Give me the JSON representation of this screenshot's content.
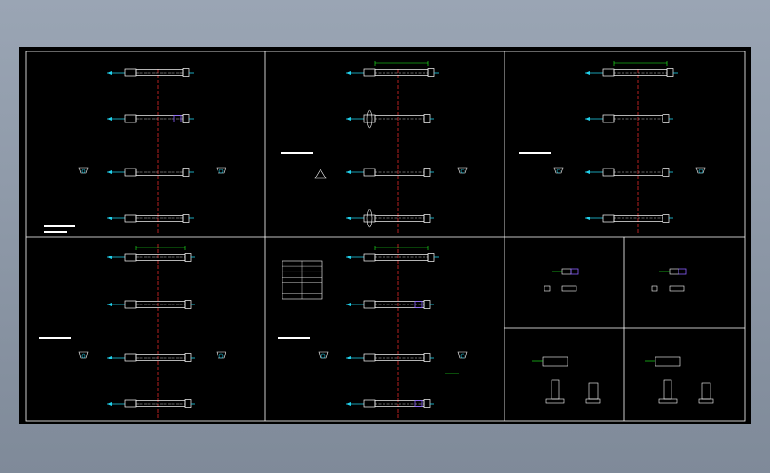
{
  "drawing": {
    "background": "#000000",
    "frame_color": "#ffffff",
    "line_colors": {
      "outline": "#ffffff",
      "center": "#ff3030",
      "dimension": "#22ff22",
      "nozzle": "#22d3ee",
      "highlight": "#8a60ff"
    },
    "panels": [
      {
        "id": "view-1",
        "icons": [
          "cylinder-assembly-icon"
        ]
      },
      {
        "id": "view-2",
        "icons": [
          "cylinder-assembly-icon"
        ]
      },
      {
        "id": "view-3",
        "icons": [
          "cylinder-assembly-icon"
        ]
      },
      {
        "id": "view-4",
        "icons": [
          "cylinder-assembly-icon"
        ]
      },
      {
        "id": "view-5",
        "icons": [
          "cylinder-assembly-icon",
          "parts-table-icon"
        ]
      },
      {
        "id": "detail-1",
        "icons": [
          "part-detail-icon"
        ]
      },
      {
        "id": "detail-2",
        "icons": [
          "part-detail-icon"
        ]
      },
      {
        "id": "detail-3",
        "icons": [
          "mount-bracket-icon"
        ]
      },
      {
        "id": "detail-4",
        "icons": [
          "mount-bracket-icon"
        ]
      }
    ]
  }
}
